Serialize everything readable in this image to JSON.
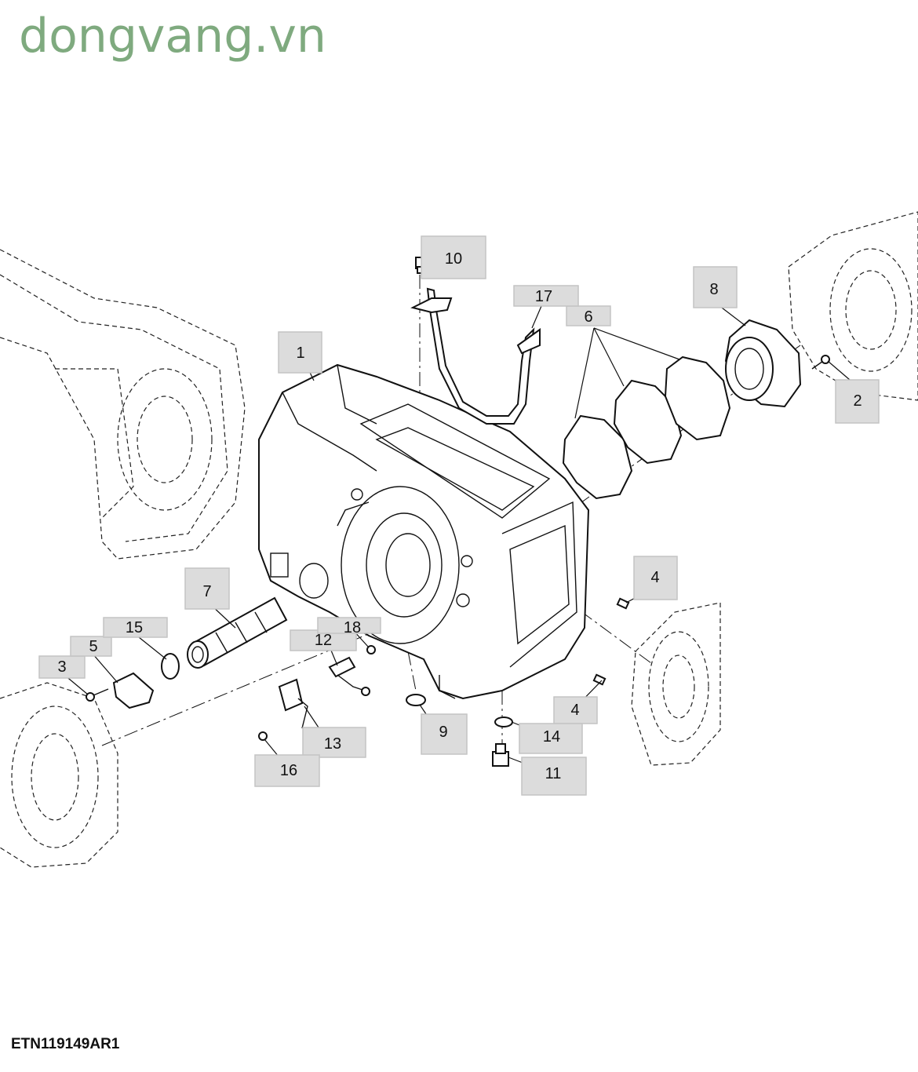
{
  "watermark": "dongvang.vn",
  "figure_id": "ETN119149AR1",
  "callouts": [
    {
      "id": "callout-1",
      "label": "1"
    },
    {
      "id": "callout-2",
      "label": "2"
    },
    {
      "id": "callout-3",
      "label": "3"
    },
    {
      "id": "callout-4a",
      "label": "4"
    },
    {
      "id": "callout-4b",
      "label": "4"
    },
    {
      "id": "callout-5",
      "label": "5"
    },
    {
      "id": "callout-6",
      "label": "6"
    },
    {
      "id": "callout-7",
      "label": "7"
    },
    {
      "id": "callout-8",
      "label": "8"
    },
    {
      "id": "callout-9",
      "label": "9"
    },
    {
      "id": "callout-10",
      "label": "10"
    },
    {
      "id": "callout-11",
      "label": "11"
    },
    {
      "id": "callout-12",
      "label": "12"
    },
    {
      "id": "callout-13",
      "label": "13"
    },
    {
      "id": "callout-14",
      "label": "14"
    },
    {
      "id": "callout-15",
      "label": "15"
    },
    {
      "id": "callout-16",
      "label": "16"
    },
    {
      "id": "callout-17",
      "label": "17"
    },
    {
      "id": "callout-18",
      "label": "18"
    }
  ]
}
